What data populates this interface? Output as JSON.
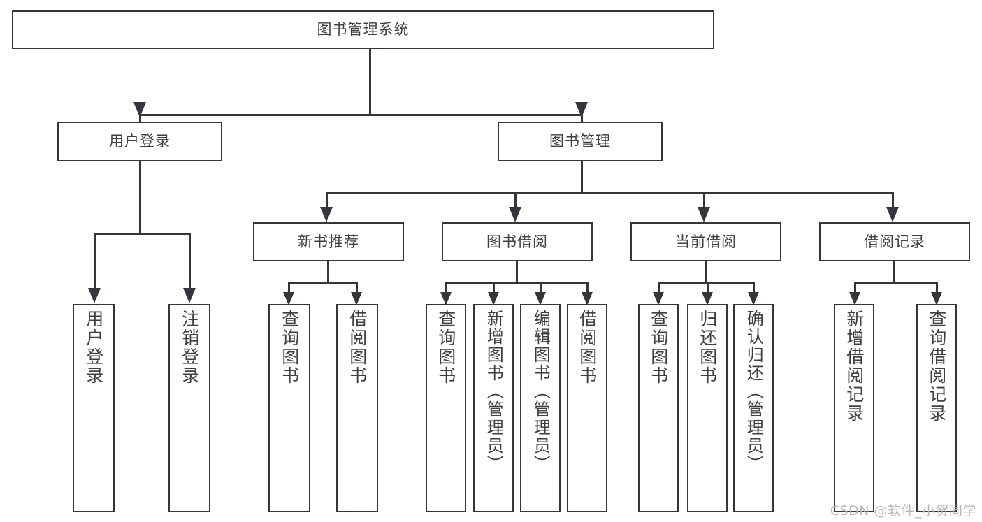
{
  "diagram": {
    "type": "tree",
    "title": "图书管理系统",
    "root": {
      "id": "root",
      "label": "图书管理系统"
    },
    "level2": [
      {
        "id": "user-login",
        "label": "用户登录"
      },
      {
        "id": "book-manage",
        "label": "图书管理"
      }
    ],
    "level3": [
      {
        "id": "new-book-recommend",
        "label": "新书推荐"
      },
      {
        "id": "book-borrow",
        "label": "图书借阅"
      },
      {
        "id": "current-borrow",
        "label": "当前借阅"
      },
      {
        "id": "borrow-record",
        "label": "借阅记录"
      }
    ],
    "leaves": [
      {
        "id": "leaf-user-login",
        "label": "用户登录"
      },
      {
        "id": "leaf-logout",
        "label": "注销登录"
      },
      {
        "id": "leaf-query-book-1",
        "label": "查询图书"
      },
      {
        "id": "leaf-borrow-book-1",
        "label": "借阅图书"
      },
      {
        "id": "leaf-query-book-2",
        "label": "查询图书"
      },
      {
        "id": "leaf-add-book",
        "label": "新增图书（管理员）"
      },
      {
        "id": "leaf-edit-book",
        "label": "编辑图书（管理员）"
      },
      {
        "id": "leaf-borrow-book-2",
        "label": "借阅图书"
      },
      {
        "id": "leaf-query-book-3",
        "label": "查询图书"
      },
      {
        "id": "leaf-return-book",
        "label": "归还图书"
      },
      {
        "id": "leaf-confirm-return",
        "label": "确认归还（管理员）"
      },
      {
        "id": "leaf-add-record",
        "label": "新增借阅记录"
      },
      {
        "id": "leaf-query-record",
        "label": "查询借阅记录"
      }
    ],
    "edges": [
      {
        "from": "root",
        "to": "user-login"
      },
      {
        "from": "root",
        "to": "book-manage"
      },
      {
        "from": "user-login",
        "to": "leaf-user-login"
      },
      {
        "from": "user-login",
        "to": "leaf-logout"
      },
      {
        "from": "book-manage",
        "to": "new-book-recommend"
      },
      {
        "from": "book-manage",
        "to": "book-borrow"
      },
      {
        "from": "book-manage",
        "to": "current-borrow"
      },
      {
        "from": "book-manage",
        "to": "borrow-record"
      },
      {
        "from": "new-book-recommend",
        "to": "leaf-query-book-1"
      },
      {
        "from": "new-book-recommend",
        "to": "leaf-borrow-book-1"
      },
      {
        "from": "book-borrow",
        "to": "leaf-query-book-2"
      },
      {
        "from": "book-borrow",
        "to": "leaf-add-book"
      },
      {
        "from": "book-borrow",
        "to": "leaf-edit-book"
      },
      {
        "from": "book-borrow",
        "to": "leaf-borrow-book-2"
      },
      {
        "from": "current-borrow",
        "to": "leaf-query-book-3"
      },
      {
        "from": "current-borrow",
        "to": "leaf-return-book"
      },
      {
        "from": "current-borrow",
        "to": "leaf-confirm-return"
      },
      {
        "from": "borrow-record",
        "to": "leaf-add-record"
      },
      {
        "from": "borrow-record",
        "to": "leaf-query-record"
      }
    ],
    "colors": {
      "box_border": "#33363b",
      "box_fill": "#ffffff",
      "line": "#33363b",
      "text": "#3f3f3f",
      "background": "#ffffff",
      "watermark": "#b9b9b9"
    }
  },
  "watermark": {
    "text": "CSDN @软件_小贺同学"
  }
}
